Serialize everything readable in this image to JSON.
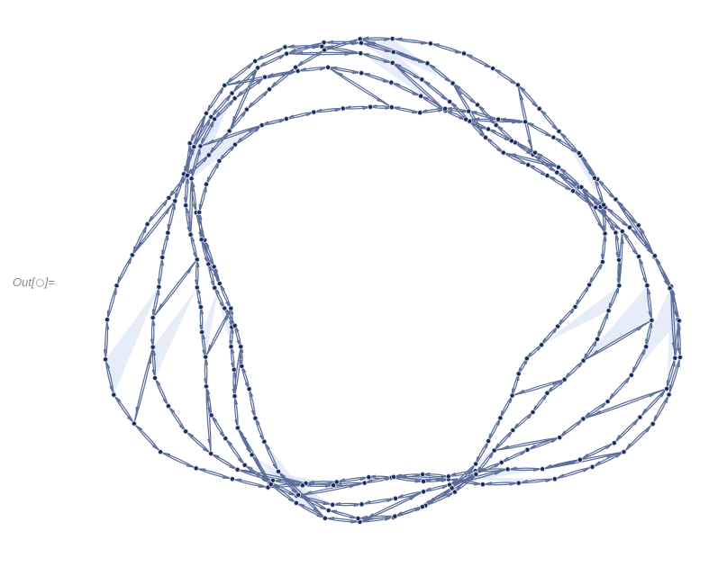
{
  "cell": {
    "prefix": "Out[",
    "suffix": "]="
  },
  "graph": {
    "rings": 5,
    "nodes_per_ring": 48,
    "colors": {
      "edge": "#5c6d9a",
      "vertex": "#1b2a52",
      "face": "#dfe6f7"
    }
  }
}
